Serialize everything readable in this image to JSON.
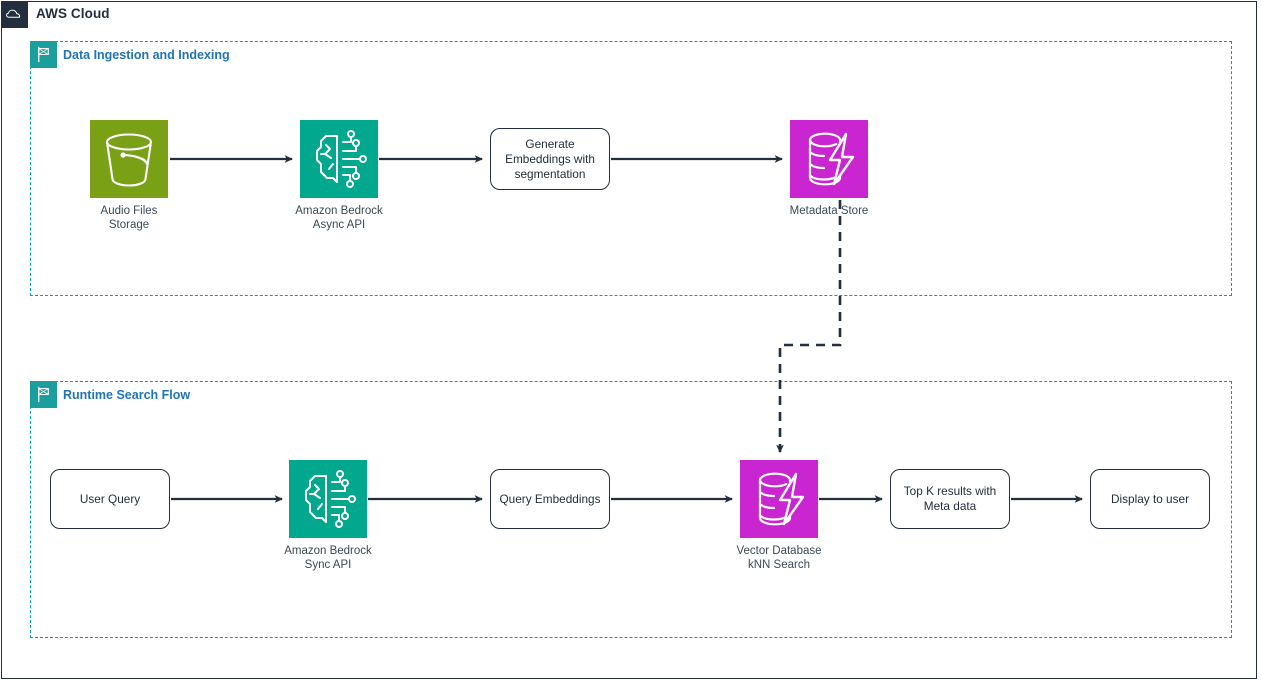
{
  "cloud": {
    "title": "AWS Cloud",
    "icon": "aws-cloud-icon",
    "border_color": "#232f3e"
  },
  "groups": [
    {
      "id": "data-ingestion-and-indexing",
      "title": "Data Ingestion and Indexing",
      "icon": "flag-icon",
      "border_color": "#00a4a6",
      "title_color": "#2074b8",
      "badge_color": "#1b9e9e"
    },
    {
      "id": "runtime-search-flow",
      "title": "Runtime Search Flow",
      "icon": "flag-icon",
      "border_color": "#00a4a6",
      "title_color": "#2074b8",
      "badge_color": "#1b9e9e"
    }
  ],
  "nodes": {
    "audio_files_storage": {
      "label": "Audio Files\nStorage",
      "icon": "s3-bucket-icon",
      "color": "#7AA116"
    },
    "bedrock_async": {
      "label": "Amazon Bedrock\nAsync API",
      "icon": "amazon-bedrock-icon",
      "color": "#01A88D"
    },
    "generate_embeddings": {
      "label": "Generate\nEmbeddings with\nsegmentation"
    },
    "metadata_store": {
      "label": "Metadata Store",
      "icon": "vector-database-icon",
      "color": "#C925D1"
    },
    "user_query": {
      "label": "User Query"
    },
    "bedrock_sync": {
      "label": "Amazon Bedrock\nSync API",
      "icon": "amazon-bedrock-icon",
      "color": "#01A88D"
    },
    "query_embeddings": {
      "label": "Query Embeddings"
    },
    "vector_database": {
      "label": "Vector Database\nkNN Search",
      "icon": "vector-database-icon",
      "color": "#C925D1"
    },
    "top_k_results": {
      "label": "Top K results with\nMeta data"
    },
    "display_to_user": {
      "label": "Display to user"
    }
  },
  "connectors": {
    "arrow_color": "#232f3e",
    "dashed_link_from": "metadata_store",
    "dashed_link_to": "vector_database"
  }
}
